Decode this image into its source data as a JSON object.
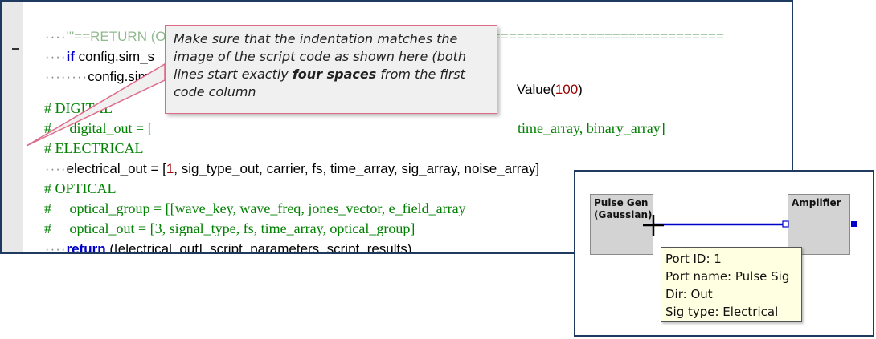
{
  "code": {
    "line1": {
      "dots": "····",
      "text": "'''==RETURN (Output Signals, Parameters, Results)==========================================="
    },
    "line2": {
      "dots": "····",
      "kw": "if",
      "text": " config.sim_s"
    },
    "line3": {
      "dots": "········",
      "text": "config.sim_s",
      "tail_before": "Value(",
      "tail_num": "100",
      "tail_after": ")"
    },
    "line4": {
      "text": "# DIGITAL"
    },
    "line5": {
      "text": "#     digital_out = [",
      "tail": "time_array, binary_array]"
    },
    "line6": {
      "text": "# ELECTRICAL"
    },
    "line7": {
      "dots": "····",
      "pre": "electrical_out = [",
      "num": "1",
      "post": ", sig_type_out, carrier, fs, time_array, sig_array, noise_array]"
    },
    "line8": {
      "text": "# OPTICAL"
    },
    "line9": {
      "text": "#     optical_group = [[wave_key, wave_freq, jones_vector, e_field_array"
    },
    "line10": {
      "text": "#     optical_out = [3, signal_type, fs, time_array, optical_group]"
    },
    "line11": {
      "dots": "····",
      "kw": "return",
      "text": " ([electrical_out], script_parameters, script_results)"
    }
  },
  "callout": {
    "part1": "Make sure that the indentation matches the image of the script code as shown here (both lines start exactly ",
    "emph": "four spaces",
    "part2": " from the first code column"
  },
  "diagram": {
    "source_block": {
      "line1": "Pulse Gen",
      "line2": "(Gaussian)"
    },
    "target_block": {
      "label": "Amplifier"
    },
    "link_color": "#0000cc",
    "tooltip": {
      "port_id": "Port ID: 1",
      "port_name": "Port name: Pulse Sig",
      "dir": "Dir: Out",
      "sig_type": "Sig type: Electrical"
    }
  }
}
